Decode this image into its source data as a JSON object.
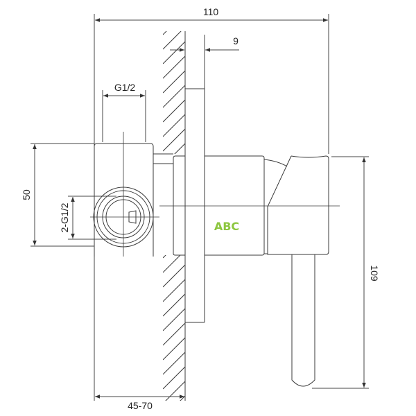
{
  "dimensions": {
    "overall_depth": "110",
    "plate_thickness": "9",
    "inlet_thread": "G1/2",
    "body_height": "50",
    "outlet_thread": "2-G1/2",
    "total_height": "109",
    "install_depth": "45-70"
  },
  "watermark": {
    "text": "ABC",
    "color": "#8dc63f"
  },
  "colors": {
    "line": "#3a3a3a"
  }
}
